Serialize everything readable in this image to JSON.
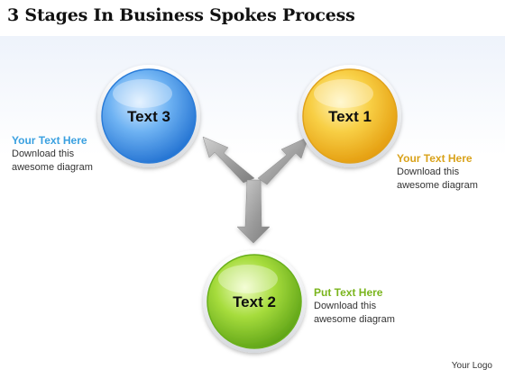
{
  "title": "3 Stages In Business Spokes Process",
  "nodes": [
    {
      "label": "Text 3",
      "color": "#3a8fe8"
    },
    {
      "label": "Text 1",
      "color": "#f2b01e"
    },
    {
      "label": "Text 2",
      "color": "#7cc21e"
    }
  ],
  "callouts": [
    {
      "heading": "Your Text Here",
      "line1": "Download this",
      "line2": "awesome diagram",
      "color": "#3aa0e0"
    },
    {
      "heading": "Your Text Here",
      "line1": "Download this",
      "line2": "awesome diagram",
      "color": "#d9a21a"
    },
    {
      "heading": "Put Text Here",
      "line1": "Download this",
      "line2": "awesome diagram",
      "color": "#7ab51d"
    }
  ],
  "logo": "Your Logo"
}
